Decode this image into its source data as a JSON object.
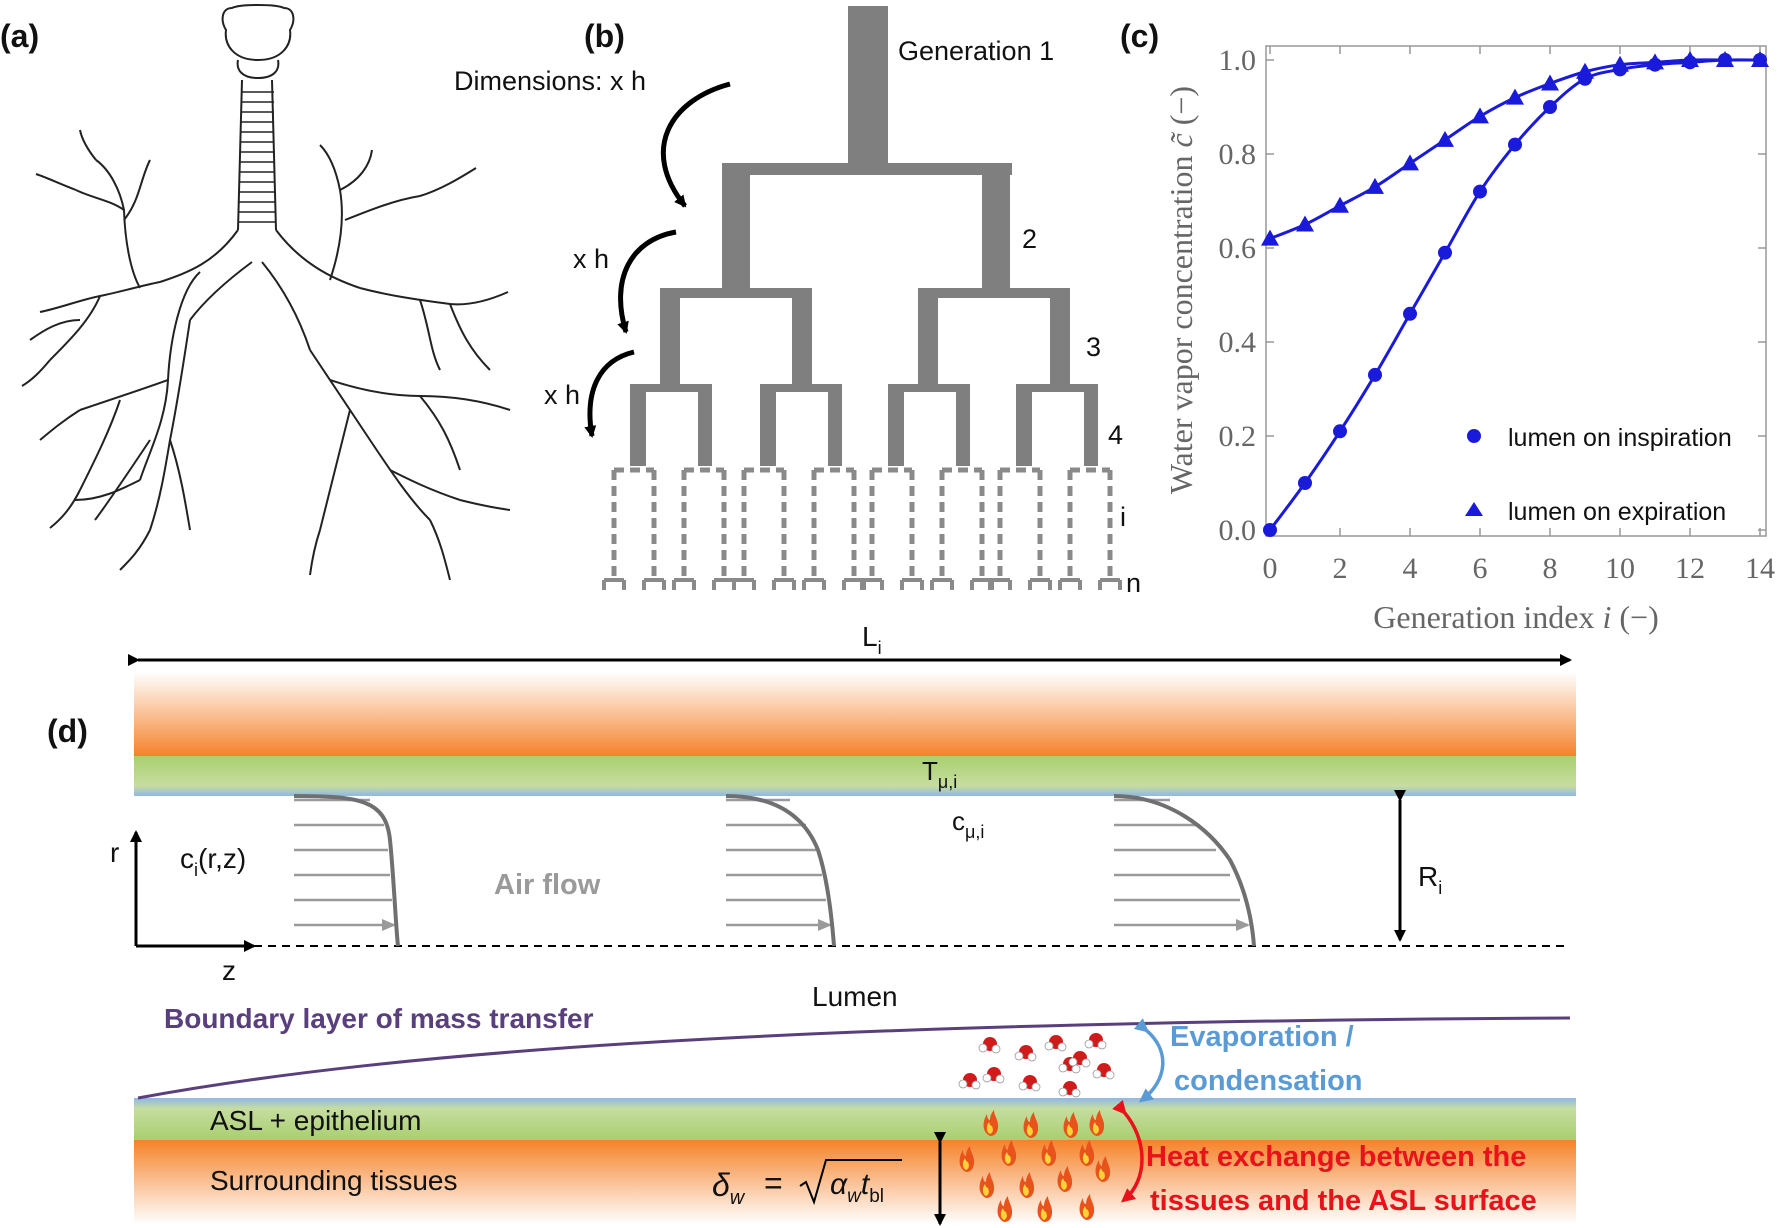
{
  "panels": {
    "a": "(a)",
    "b": "(b)",
    "c": "(c)",
    "d": "(d)"
  },
  "panel_b": {
    "generation_1": "Generation 1",
    "gen_2": "2",
    "gen_3": "3",
    "gen_4": "4",
    "gen_i": "i",
    "gen_n": "n",
    "dimensions": "Dimensions: x h",
    "xh_1": "x h",
    "xh_2": "x h"
  },
  "chart_data": {
    "type": "line",
    "xlabel_main": "Generation index ",
    "xlabel_var": "i",
    "xlabel_unit": " (−)",
    "ylabel_main": "Water vapor concentration ",
    "ylabel_var": "c̃",
    "ylabel_unit": " (−)",
    "xlim": [
      0,
      14
    ],
    "ylim": [
      0,
      1.0
    ],
    "x_ticks": [
      "0",
      "2",
      "4",
      "6",
      "8",
      "10",
      "12",
      "14"
    ],
    "y_ticks": [
      "0.0",
      "0.2",
      "0.4",
      "0.6",
      "0.8",
      "1.0"
    ],
    "legend_position": "bottom-right",
    "series": [
      {
        "name": "lumen on inspiration",
        "marker": "circle",
        "color": "#1a1adb",
        "x": [
          0,
          1,
          2,
          3,
          4,
          5,
          6,
          7,
          8,
          9,
          10,
          11,
          12,
          13,
          14
        ],
        "y": [
          0.0,
          0.1,
          0.21,
          0.33,
          0.46,
          0.59,
          0.72,
          0.82,
          0.9,
          0.96,
          0.98,
          0.99,
          0.995,
          1.0,
          1.0
        ]
      },
      {
        "name": "lumen on expiration",
        "marker": "triangle",
        "color": "#1a1adb",
        "x": [
          0,
          1,
          2,
          3,
          4,
          5,
          6,
          7,
          8,
          9,
          10,
          11,
          12,
          13,
          14
        ],
        "y": [
          0.62,
          0.65,
          0.69,
          0.73,
          0.78,
          0.83,
          0.88,
          0.92,
          0.95,
          0.975,
          0.99,
          0.995,
          1.0,
          1.0,
          1.0
        ]
      }
    ]
  },
  "panel_d": {
    "length_label": "L",
    "length_sub": "i",
    "temp_label": "T",
    "temp_sub": "μ,i",
    "conc_label": "c",
    "conc_sub": "μ,i",
    "ci_label": "c",
    "ci_sub": "i",
    "ci_args": "(r,z)",
    "r_axis": "r",
    "z_axis": "z",
    "air_flow": "Air flow",
    "radius_label": "R",
    "radius_sub": "i",
    "lumen": "Lumen",
    "boundary_layer": "Boundary layer of mass transfer",
    "evaporation_line1": "Evaporation /",
    "evaporation_line2": "condensation",
    "asl": "ASL + epithelium",
    "tissues": "Surrounding tissues",
    "heat_line1": "Heat exchange between the",
    "heat_line2": "tissues and the ASL surface",
    "delta_symbol": "δ",
    "delta_sub": "w",
    "eq_rhs_alpha": "α",
    "eq_rhs_alpha_sub": "w",
    "eq_rhs_t": "t",
    "eq_rhs_t_sub": "bl",
    "equals": "=",
    "colors": {
      "evaporation": "#5b9bd5",
      "heat": "#e8121b",
      "boundary": "#5a3f7d",
      "air_flow": "#9a9a9a"
    }
  }
}
